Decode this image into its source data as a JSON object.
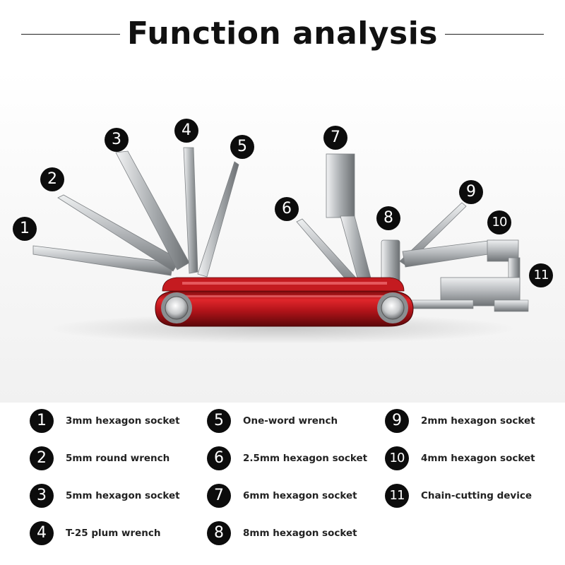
{
  "title": "Function analysis",
  "colors": {
    "accent": "#c8161b",
    "callout": "#0c0c0c",
    "steel": "#b9bcbf"
  },
  "callouts": [
    "1",
    "2",
    "3",
    "4",
    "5",
    "6",
    "7",
    "8",
    "9",
    "10",
    "11"
  ],
  "legend": [
    {
      "num": "1",
      "label": "3mm hexagon socket"
    },
    {
      "num": "2",
      "label": "5mm round wrench"
    },
    {
      "num": "3",
      "label": "5mm hexagon socket"
    },
    {
      "num": "4",
      "label": "T-25 plum wrench"
    },
    {
      "num": "5",
      "label": "One-word wrench"
    },
    {
      "num": "6",
      "label": "2.5mm hexagon socket"
    },
    {
      "num": "7",
      "label": "6mm hexagon socket"
    },
    {
      "num": "8",
      "label": "8mm hexagon socket"
    },
    {
      "num": "9",
      "label": "2mm hexagon socket"
    },
    {
      "num": "10",
      "label": "4mm hexagon socket"
    },
    {
      "num": "11",
      "label": "Chain-cutting device"
    }
  ]
}
